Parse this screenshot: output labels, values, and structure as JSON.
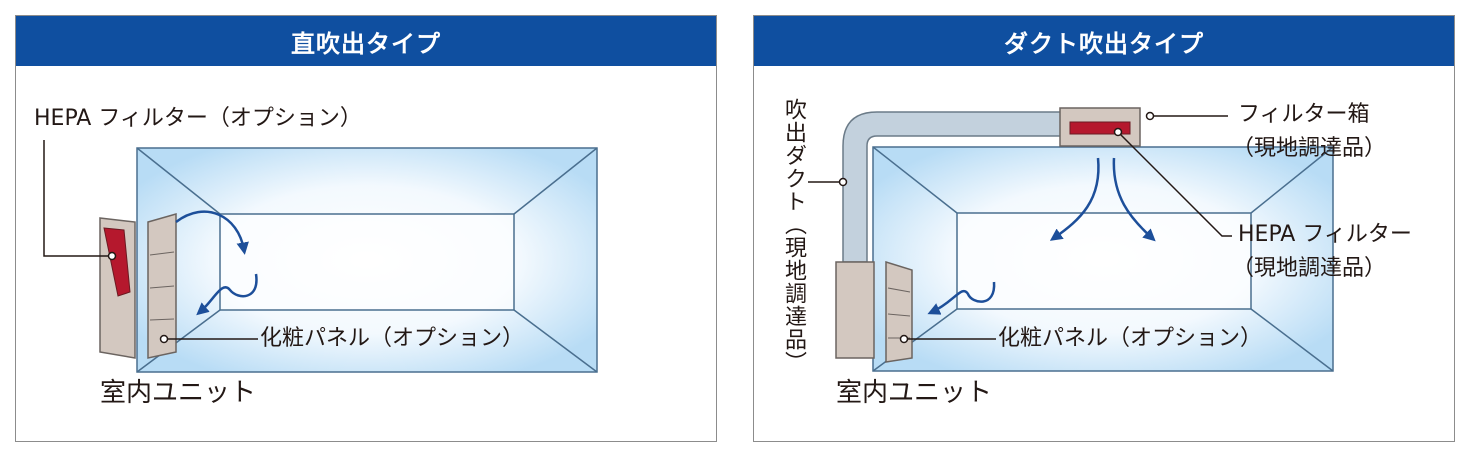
{
  "left_panel": {
    "title": "直吹出タイプ",
    "labels": {
      "hepa_filter": "HEPA フィルター（オプション）",
      "decorative_panel": "化粧パネル（オプション）",
      "indoor_unit": "室内ユニット"
    }
  },
  "right_panel": {
    "title": "ダクト吹出タイプ",
    "labels": {
      "filter_box": "フィルター箱",
      "filter_box_note": "（現地調達品）",
      "hepa_filter": "HEPA フィルター",
      "hepa_filter_note": "（現地調達品）",
      "decorative_panel": "化粧パネル（オプション）",
      "indoor_unit": "室内ユニット",
      "outlet_duct": "吹出ダクト（現地調達品）"
    }
  },
  "colors": {
    "header_bg": "#0f4fa0",
    "room_edge": "#4a6f8f",
    "room_fill": "#bfe0f6",
    "filter_red": "#b5182d",
    "unit_gray": "#d3c8c0",
    "arrow_blue": "#1d4f9a"
  }
}
